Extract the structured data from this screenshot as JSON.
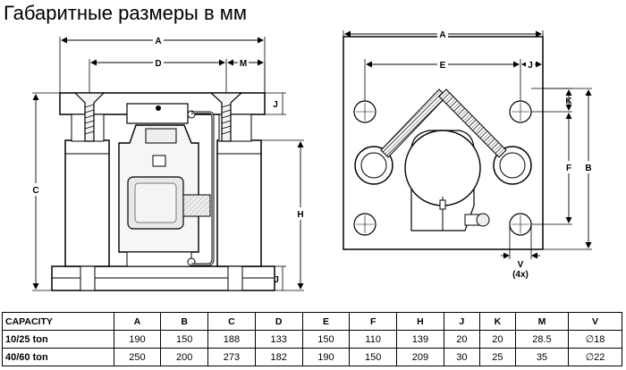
{
  "title": "Габаритные размеры в мм",
  "dimension_labels": {
    "front": {
      "A": "A",
      "D": "D",
      "M": "M",
      "J_top": "J",
      "C": "C",
      "H": "H",
      "J_bottom": "J"
    },
    "top": {
      "A": "A",
      "E": "E",
      "J": "J",
      "K": "K",
      "F": "F",
      "B": "B",
      "V": "V",
      "V_count": "(4x)"
    }
  },
  "table": {
    "headers": [
      "CAPACITY",
      "A",
      "B",
      "C",
      "D",
      "E",
      "F",
      "H",
      "J",
      "K",
      "M",
      "V"
    ],
    "rows": [
      {
        "capacity": "10/25 ton",
        "values": [
          "190",
          "150",
          "188",
          "133",
          "150",
          "110",
          "139",
          "20",
          "20",
          "28.5",
          "∅18"
        ]
      },
      {
        "capacity": "40/60 ton",
        "values": [
          "250",
          "200",
          "273",
          "182",
          "190",
          "150",
          "209",
          "30",
          "25",
          "35",
          "∅22"
        ]
      }
    ]
  }
}
